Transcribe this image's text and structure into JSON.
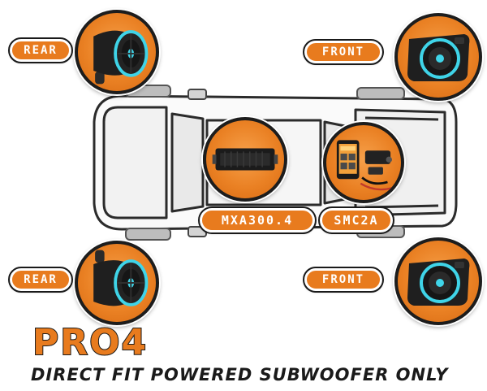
{
  "product": {
    "title": "PRO4",
    "subtitle": "DIRECT FIT POWERED SUBWOOFER ONLY"
  },
  "locations": {
    "rear_top": "REAR",
    "front_top": "FRONT",
    "rear_bottom": "REAR",
    "front_bottom": "FRONT"
  },
  "components": {
    "amplifier": "MXA300.4",
    "controller": "SMC2A"
  },
  "colors": {
    "accent_orange": "#e87b1e",
    "speaker_led": "#3fd4e8",
    "outline": "#1a1a1a"
  },
  "icons": {
    "rear_speaker": "tower-speaker-icon",
    "front_speaker": "pod-speaker-icon",
    "amplifier": "amplifier-icon",
    "controller": "controller-kit-icon"
  }
}
